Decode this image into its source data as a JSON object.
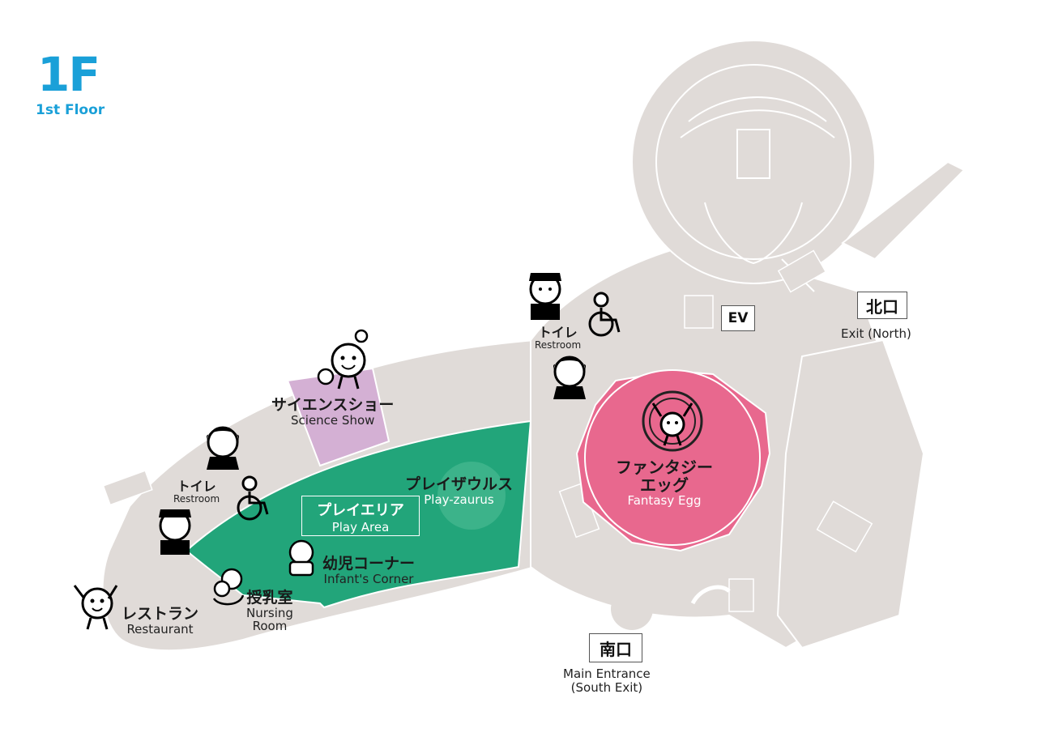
{
  "floor": {
    "number": "1F",
    "label": "1st Floor"
  },
  "areas": {
    "science_show": {
      "jp": "サイエンスショー",
      "en": "Science Show",
      "color": "#d4b0d4"
    },
    "play_area": {
      "jp": "プレイエリア",
      "en": "Play Area",
      "color": "#22a57a"
    },
    "play_zaurus": {
      "jp": "プレイザウルス",
      "en": "Play-zaurus"
    },
    "infants_corner": {
      "jp": "幼児コーナー",
      "en": "Infant's Corner"
    },
    "nursing_room": {
      "jp": "授乳室",
      "en_line1": "Nursing",
      "en_line2": "Room"
    },
    "restaurant": {
      "jp": "レストラン",
      "en": "Restaurant"
    },
    "fantasy_egg": {
      "jp_line1": "ファンタジー",
      "jp_line2": "エッグ",
      "en": "Fantasy Egg",
      "color": "#e8688e"
    },
    "restroom_left": {
      "jp": "トイレ",
      "en": "Restroom"
    },
    "restroom_top": {
      "jp": "トイレ",
      "en": "Restroom"
    },
    "elevator": {
      "label": "EV"
    },
    "north_exit": {
      "jp": "北口",
      "en": "Exit (North)"
    },
    "south_exit": {
      "jp": "南口",
      "en_line1": "Main Entrance",
      "en_line2": "(South Exit)"
    }
  },
  "colors": {
    "floor_plan": "#e0dbd8",
    "accent_blue": "#1aa0d8",
    "wall_line": "#ffffff"
  },
  "icons": [
    "restroom-boy-icon",
    "restroom-girl-icon",
    "wheelchair-icon",
    "scientist-icon",
    "baby-icon",
    "nursing-icon",
    "restaurant-icon",
    "fantasy-egg-icon"
  ]
}
